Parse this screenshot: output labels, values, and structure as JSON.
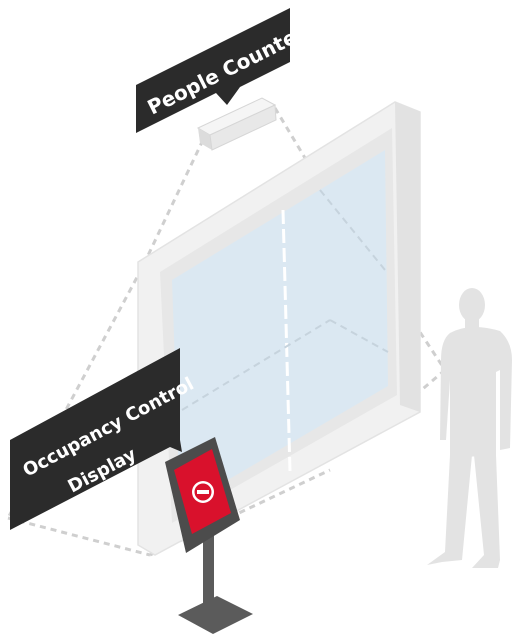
{
  "labels": {
    "people_counter": "People Counter",
    "occupancy_line1": "Occupancy Control",
    "occupancy_line2": "Display"
  },
  "icons": {
    "display_screen": "no-entry-icon",
    "person": "person-silhouette-icon",
    "sensor": "people-counter-sensor-icon"
  },
  "colors": {
    "label_bg": "#2b2b2b",
    "screen_red": "#d9112c",
    "door_glass": "#dce9f3",
    "frame": "#f3f3f3",
    "person": "#e3e3e3",
    "stand": "#5b5b5b"
  }
}
